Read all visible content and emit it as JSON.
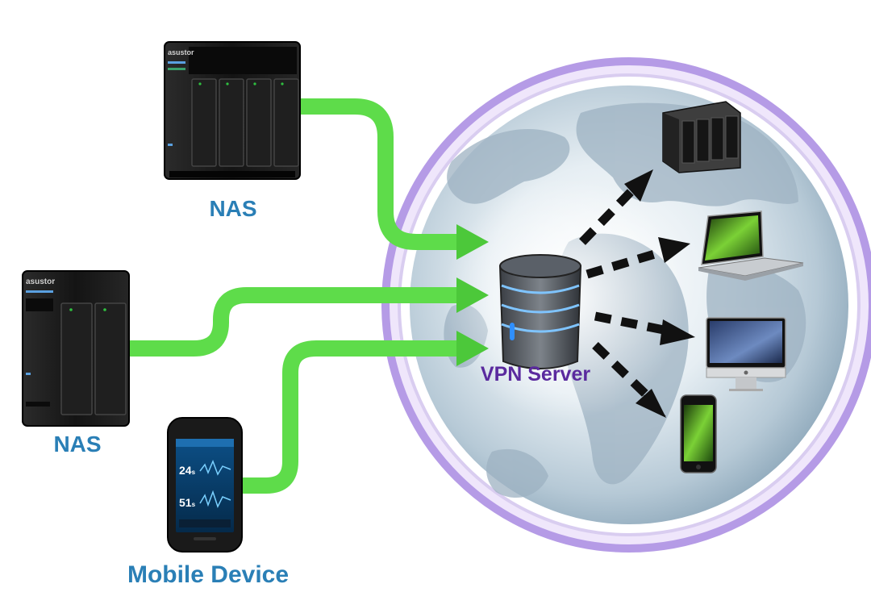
{
  "labels": {
    "nas_top": "NAS",
    "nas_left": "NAS",
    "mobile": "Mobile Device",
    "vpn": "VPN Server"
  },
  "nas_brand": "asustor",
  "phone_screen": {
    "reading_1": "24",
    "reading_2": "51",
    "unit": "s"
  },
  "colors": {
    "label_blue": "#2a7fb6",
    "vpn_purple": "#5a2a9e",
    "flow_green": "#5edc4a",
    "globe_ring": "#b59be6",
    "arrow_black": "#111111"
  },
  "icons": {
    "nas_4bay": "nas-4bay-icon",
    "nas_2bay": "nas-2bay-icon",
    "smartphone": "smartphone-icon",
    "server": "vpn-server-icon",
    "remote_nas": "remote-nas-icon",
    "laptop": "laptop-icon",
    "desktop": "imac-icon",
    "iphone": "iphone-icon"
  }
}
